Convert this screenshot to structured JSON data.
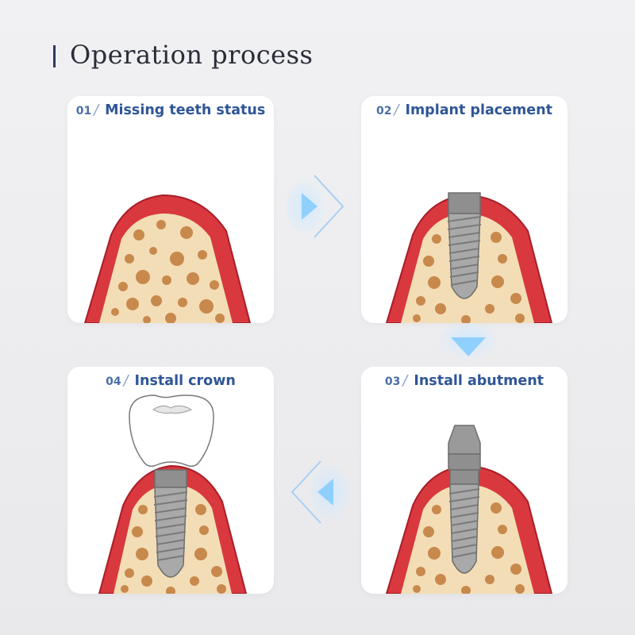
{
  "title": "Operation process",
  "steps": [
    {
      "num": "01",
      "sep": "/",
      "label": "Missing teeth status"
    },
    {
      "num": "02",
      "sep": "/",
      "label": "Implant placement"
    },
    {
      "num": "03",
      "sep": "/",
      "label": "Install abutment"
    },
    {
      "num": "04",
      "sep": "/",
      "label": "Install crown"
    }
  ],
  "colors": {
    "gum": "#d8383e",
    "gum_outline": "#a81e28",
    "bone": "#f3ddb6",
    "bone_spot": "#c8894d",
    "implant": "#a9a9a9",
    "title_text": "#2f5696",
    "arrow_glow": "#7cc4ff"
  }
}
